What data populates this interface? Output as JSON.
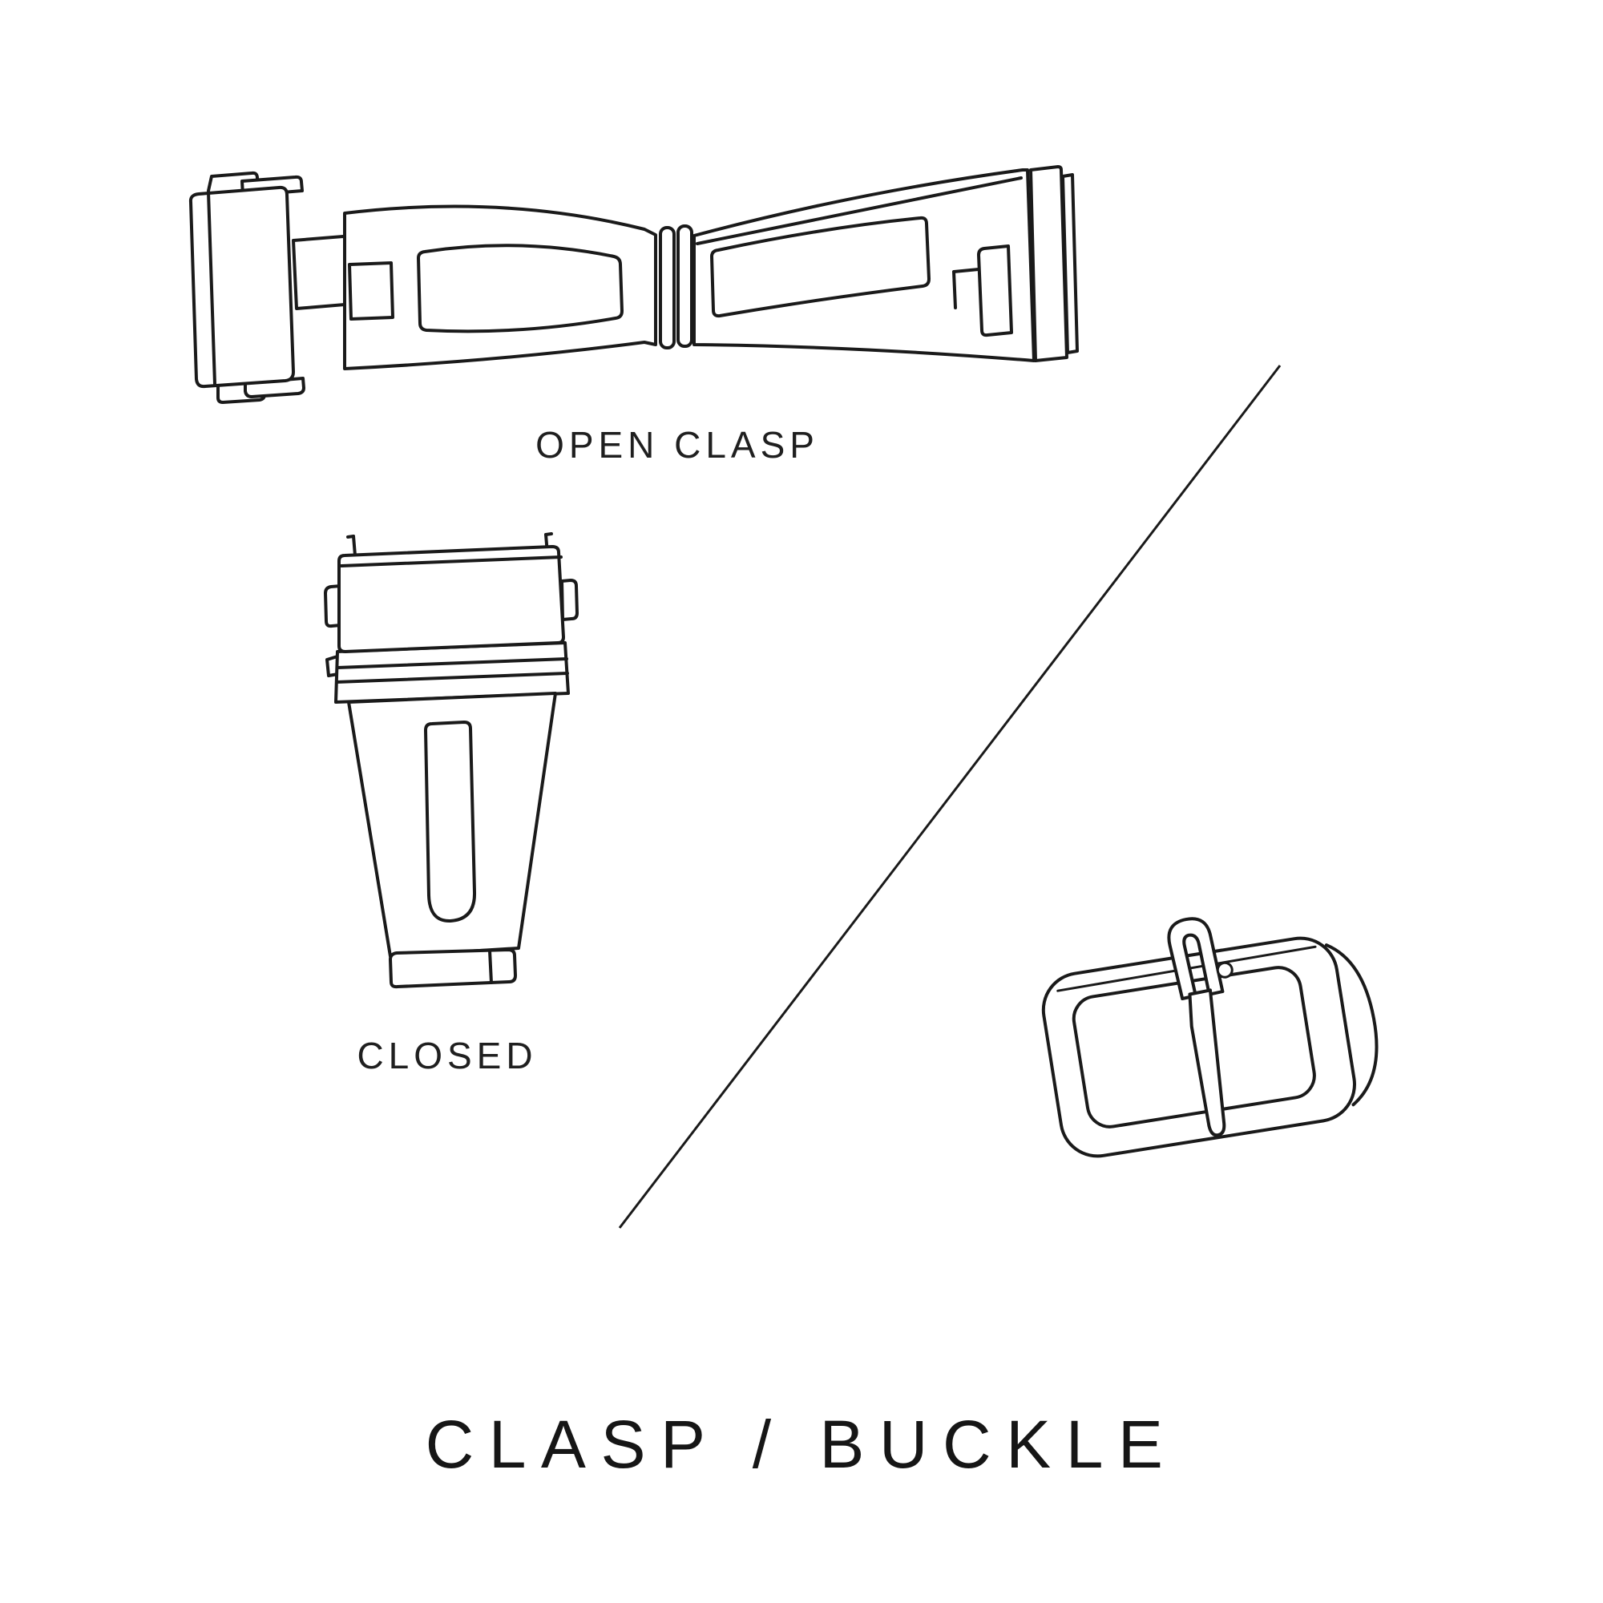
{
  "title": "CLASP / BUCKLE",
  "labels": {
    "open_clasp": "OPEN CLASP",
    "closed": "CLOSED"
  },
  "colors": {
    "ink": "#1a1a1a",
    "background": "#ffffff"
  },
  "illustrations": [
    "open-clasp",
    "closed-clasp",
    "tang-buckle"
  ]
}
